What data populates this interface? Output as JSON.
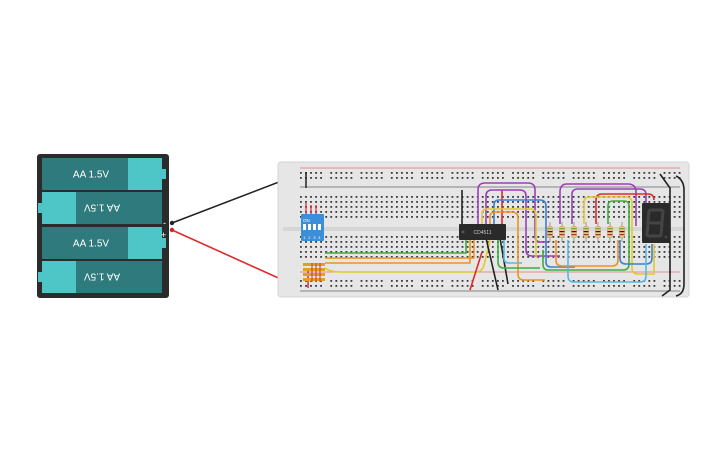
{
  "battery_pack": {
    "cells": [
      {
        "label": "AA 1.5V",
        "inverted": false
      },
      {
        "label": "AA 1.5V",
        "inverted": true
      },
      {
        "label": "AA 1.5V",
        "inverted": false
      },
      {
        "label": "AA 1.5V",
        "inverted": true
      }
    ],
    "terminal_negative": "-",
    "terminal_positive": "+",
    "colors": {
      "case": "#2b2b2b",
      "cell": "#2e7a7d",
      "cap": "#4ec6c8",
      "text": "#ffffff"
    }
  },
  "breadboard": {
    "colors": {
      "board": "#e6e6e6",
      "hole": "#3a3a3a",
      "rail_red": "#d33",
      "rail_black": "#222"
    }
  },
  "dip_switch": {
    "label": "ON",
    "numbers": [
      "1",
      "2",
      "3",
      "4"
    ],
    "color": "#3b8fd8"
  },
  "ic_chip": {
    "label": "CD4511",
    "color": "#2a2a2a"
  },
  "seven_segment": {
    "digit": "8",
    "color": "#2a2a2a",
    "segment_color": "#3a3a3a"
  },
  "wire_colors": {
    "red": "#e02a2a",
    "black": "#222222",
    "green": "#3fae3f",
    "orange": "#f0921c",
    "yellow": "#e3c92a",
    "purple": "#9b3fb7",
    "blue": "#3b7fd8",
    "light_blue": "#56b8e6",
    "white": "#eeeeee"
  }
}
